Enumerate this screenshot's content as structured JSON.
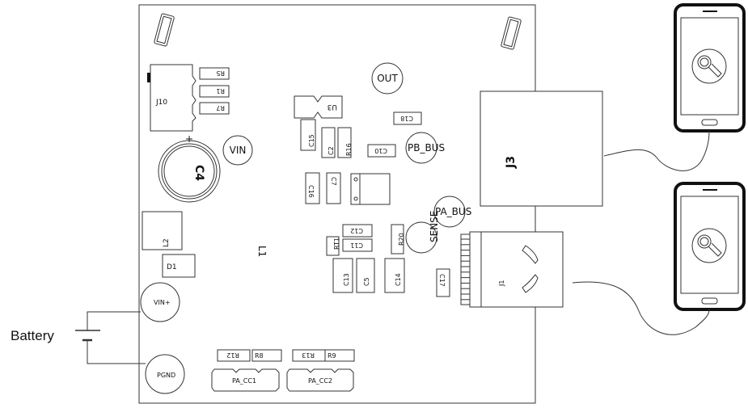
{
  "battery": {
    "label": "Battery"
  },
  "pcb": {
    "test_points": {
      "out": "OUT",
      "vin": "VIN",
      "pb_bus": "PB_BUS",
      "pa_bus": "PA_BUS",
      "sense": "SENSE",
      "vin_plus": "VIN+",
      "pgnd": "PGND"
    },
    "components": {
      "j10": "J10",
      "r5": "R5",
      "r1": "R1",
      "r7": "R7",
      "c4": "C4",
      "l2": "L2",
      "d1": "D1",
      "l1": "L1",
      "u3": "U3",
      "c15": "C15",
      "c2": "C2",
      "r16": "R16",
      "c18": "C18",
      "c10": "C10",
      "c16": "C16",
      "c7": "C7",
      "c12": "C12",
      "rt1": "RT1",
      "c11": "C11",
      "r20": "R20",
      "c13": "C13",
      "c5": "C5",
      "c14": "C14",
      "c17": "C17",
      "j1": "J1",
      "j3": "J3",
      "r12": "R12",
      "r8": "R8",
      "r13": "R13",
      "r9": "R9",
      "pa_cc1": "PA_CC1",
      "pa_cc2": "PA_CC2"
    },
    "plus_marker": "+"
  }
}
